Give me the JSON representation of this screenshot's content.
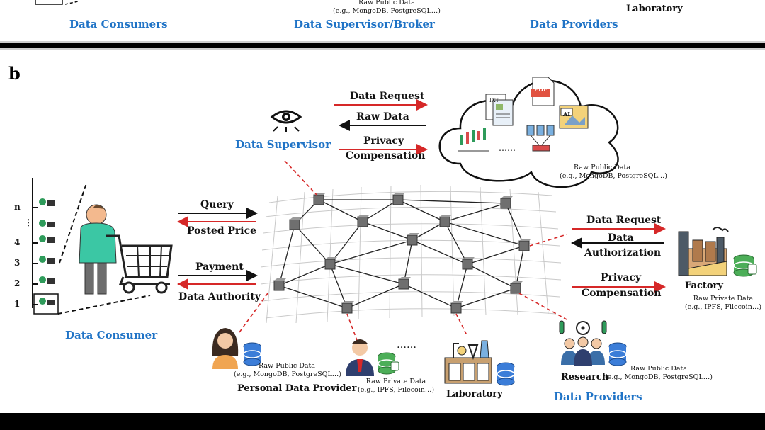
{
  "top_panel": {
    "labels": [
      "Data Consumers",
      "Data Supervisor/Broker",
      "Data Providers"
    ],
    "raw_public_line1": "Raw Public Data",
    "raw_public_line2": "(e.g., MongoDB, PostgreSQL…)",
    "laboratory": "Laboratory"
  },
  "panel_b": {
    "letter": "b",
    "data_supervisor": "Data Supervisor",
    "data_consumer": "Data Consumer",
    "data_providers": "Data Providers",
    "cloud_arrows": [
      "Data Request",
      "Raw Data",
      "Privacy",
      "Compensation"
    ],
    "cloud_caption1": "Raw Public Data",
    "cloud_caption2": "(e.g., MongoDB, PostgreSQL…)",
    "consumer_arrows": [
      "Query",
      "Posted Price",
      "Payment",
      "Data Authority"
    ],
    "factory_arrows": [
      "Data Request",
      "Data",
      "Authorization",
      "Privacy",
      "Compensation"
    ],
    "factory": "Factory",
    "factory_caption1": "Raw Private Data",
    "factory_caption2": "(e.g., IPFS, Filecoin…)",
    "ladder": [
      "n",
      "⋮",
      "4",
      "3",
      "2",
      "1"
    ],
    "personal_caption1": "Raw Public Data",
    "personal_caption2": "(e.g., MongoDB, PostgreSQL…)",
    "personal_provider": "Personal Data Provider",
    "private_caption1": "Raw Private Data",
    "private_caption2": "(e.g., IPFS, Filecoin…)",
    "dots": "……",
    "cloud_dots": "……",
    "laboratory": "Laboratory",
    "research": "Research",
    "research_caption1": "Raw Public Data",
    "research_caption2": "(e.g., MongoDB, PostgreSQL…)",
    "pdf": "PDF",
    "txt": "TXT",
    "ai": "AI"
  },
  "colors": {
    "accent_blue": "#1f73c6",
    "arrow_red": "#d62828",
    "node_gray": "#6f6f6f"
  }
}
